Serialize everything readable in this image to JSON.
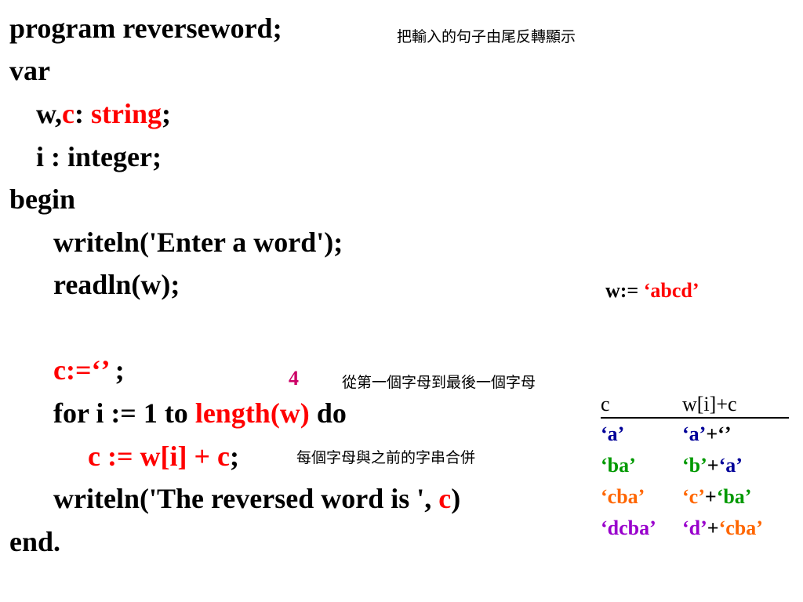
{
  "code": {
    "l1": "program reverseword;",
    "l2": "var",
    "l3_w": "w,",
    "l3_c": "c",
    "l3_colon": ": ",
    "l3_type": "string",
    "l3_semi": ";",
    "l4": "i : integer;",
    "l5": "begin",
    "l6": "writeln('Enter a word');",
    "l7": "readln(w);",
    "l8_assign": "c:=‘’",
    "l8_semi": " ;",
    "l9_a": "for i := 1 to ",
    "l9_len": "length(w)",
    "l9_do": " do",
    "l10_a": "c := w[i] + c",
    "l10_semi": ";",
    "l11_a": "writeln('The reversed word is ', ",
    "l11_c": "c",
    "l11_end": ")",
    "l12": "end."
  },
  "notes": {
    "title": "把輸入的句子由尾反轉顯示",
    "loop_count": "4",
    "loop_note": "從第一個字母到最後一個字母",
    "concat_note": "每個字母與之前的字串合併"
  },
  "assignment": {
    "label": "w:= ",
    "value": "‘abcd’"
  },
  "trace": {
    "headers": [
      "c",
      "w[i]+c"
    ],
    "rows": [
      {
        "c": "‘a’",
        "w": "‘a’",
        "plus": "+",
        "prev": "‘’"
      },
      {
        "c": "‘ba’",
        "w": "‘b’",
        "plus": "+",
        "prev": "‘a’"
      },
      {
        "c": "‘cba’",
        "w": "‘c’",
        "plus": "+",
        "prev": "‘ba’"
      },
      {
        "c": "‘dcba’",
        "w": "‘d’",
        "plus": "+",
        "prev": "‘cba’"
      }
    ]
  },
  "colors": {
    "red": "#ff0000",
    "navy": "#000099",
    "green": "#009900",
    "orange": "#ff6600",
    "purple": "#9900cc",
    "magenta": "#cc0066"
  }
}
